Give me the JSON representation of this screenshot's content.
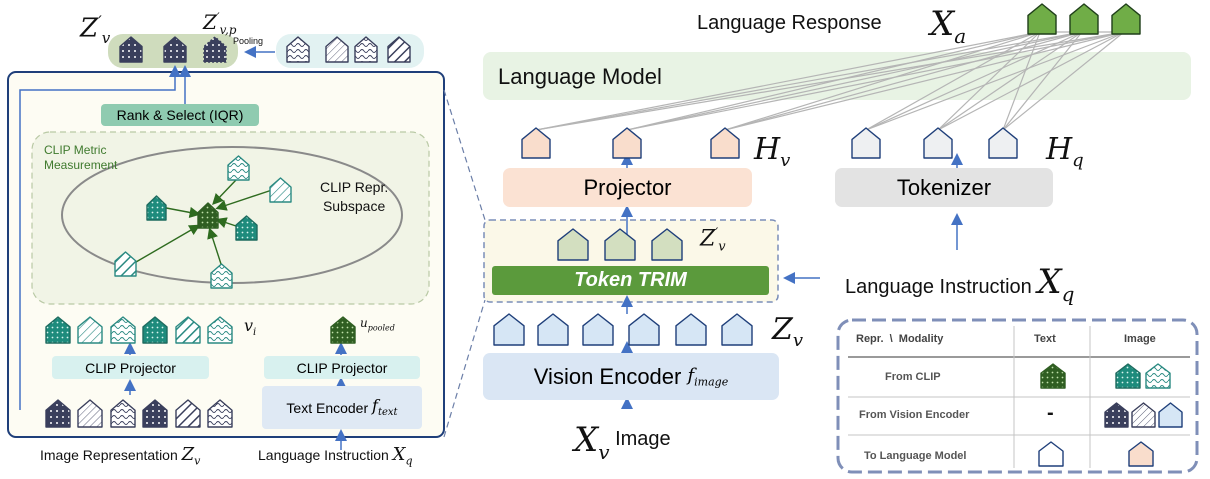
{
  "top_left": {
    "zv_prime_label": "Z",
    "zv_prime_sub": "v",
    "zvp_label": "Z",
    "zvp_sub": "v,p",
    "pooling_label": "Pooling"
  },
  "left_panel": {
    "rank_select": "Rank & Select (IQR)",
    "metric_measurement_line1": "CLIP Metric",
    "metric_measurement_line2": "Measurement",
    "subspace_line1": "CLIP Repr.",
    "subspace_line2": "Subspace",
    "vi_label": "v",
    "vi_sub": "i",
    "upooled_label": "u",
    "upooled_sub": "pooled",
    "clip_projector_left": "CLIP Projector",
    "clip_projector_right": "CLIP Projector",
    "text_encoder": "Text Encoder",
    "text_encoder_f": "f",
    "text_encoder_sub": "text"
  },
  "bottom_left": {
    "image_representation": "Image Representation",
    "image_rep_symbol": "Z",
    "image_rep_sub": "v",
    "language_instruction": "Language Instruction",
    "lang_instr_symbol": "X",
    "lang_instr_sub": "q"
  },
  "right": {
    "language_response": "Language Response",
    "xa_symbol": "X",
    "xa_sub": "a",
    "language_model": "Language Model",
    "hv_symbol": "H",
    "hv_sub": "v",
    "hq_symbol": "H",
    "hq_sub": "q",
    "projector": "Projector",
    "tokenizer": "Tokenizer",
    "zv_prime_symbol": "Z",
    "zv_prime_sub": "v",
    "token_trim": "Token TRIM",
    "language_instruction": "Language Instruction",
    "xq_symbol": "X",
    "xq_sub": "q",
    "zv_symbol": "Z",
    "zv_sub": "v",
    "vision_encoder": "Vision Encoder",
    "vision_f": "f",
    "vision_sub": "image",
    "xv_symbol": "X",
    "xv_sub": "v",
    "image_label": "Image"
  },
  "legend_table": {
    "header_repr": "Repr.  \\  Modality",
    "header_text": "Text",
    "header_image": "Image",
    "row1_label": "From CLIP",
    "row2_label": "From Vision Encoder",
    "row2_text": "-",
    "row3_label": "To Language Model"
  },
  "colors": {
    "arrow_blue": "#4472c4",
    "panel_border": "#1f3f7a",
    "panel_fill": "#fdfcf3",
    "mint": "#8fcbb0",
    "light_cyan": "#d8f1ef",
    "trim_green": "#5b9a3c",
    "dark_green_token": "#3f6e2e",
    "teal_token": "#1f8a7a",
    "peach_token": "#f9ddcc",
    "grey_token": "#eef0f2",
    "blue_token": "#d6e6f5",
    "olive_token": "#d3dfc0",
    "lm_fill": "#e8f3e4",
    "legend_border": "#7f8fb8"
  }
}
